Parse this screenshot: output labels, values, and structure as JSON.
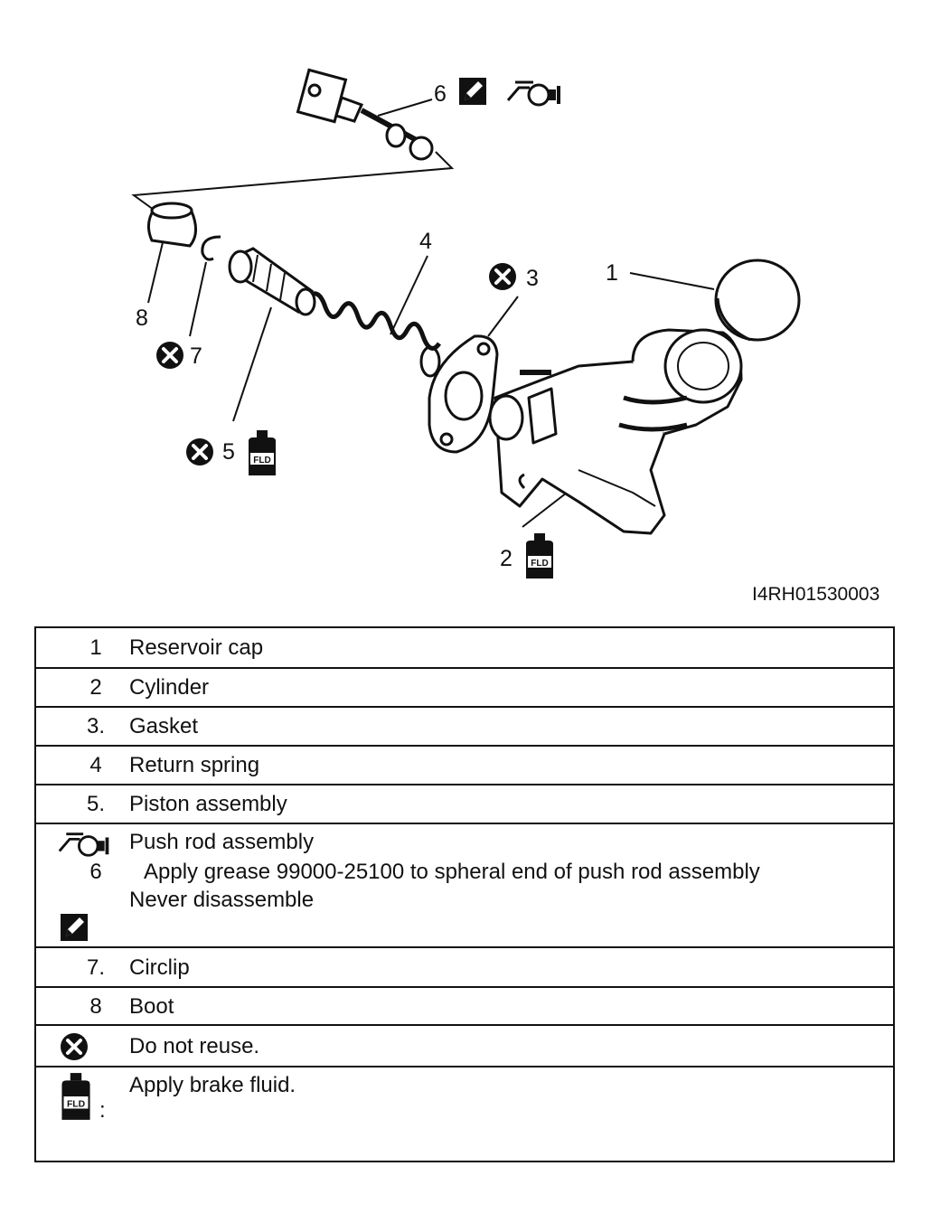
{
  "figure": {
    "code": "I4RH01530003",
    "callouts": [
      "1",
      "2",
      "3",
      "4",
      "5",
      "6",
      "7",
      "8"
    ]
  },
  "legend": {
    "rows": [
      {
        "num": "1",
        "label": "Reservoir cap"
      },
      {
        "num": "2",
        "label": "Cylinder"
      },
      {
        "num": "3.",
        "label": "Gasket"
      },
      {
        "num": "4",
        "label": "Return spring"
      },
      {
        "num": "5.",
        "label": "Piston assembly"
      },
      {
        "num": "6",
        "label": "Push rod assembly",
        "line2": "Apply grease 99000-25100 to spheral end of push rod assembly",
        "line3": "Never disassemble"
      },
      {
        "num": "7.",
        "label": "Circlip"
      },
      {
        "num": "8",
        "label": "Boot"
      },
      {
        "label": "Do not reuse."
      },
      {
        "label": "Apply brake fluid.",
        "suffix": ":"
      }
    ]
  },
  "icons": {
    "do_not_reuse": "x-circle-icon",
    "brake_fluid": "fld-bottle-icon",
    "grease": "grease-gun-icon",
    "never_disassemble": "pencil-box-icon",
    "fld_text": "FLD"
  }
}
